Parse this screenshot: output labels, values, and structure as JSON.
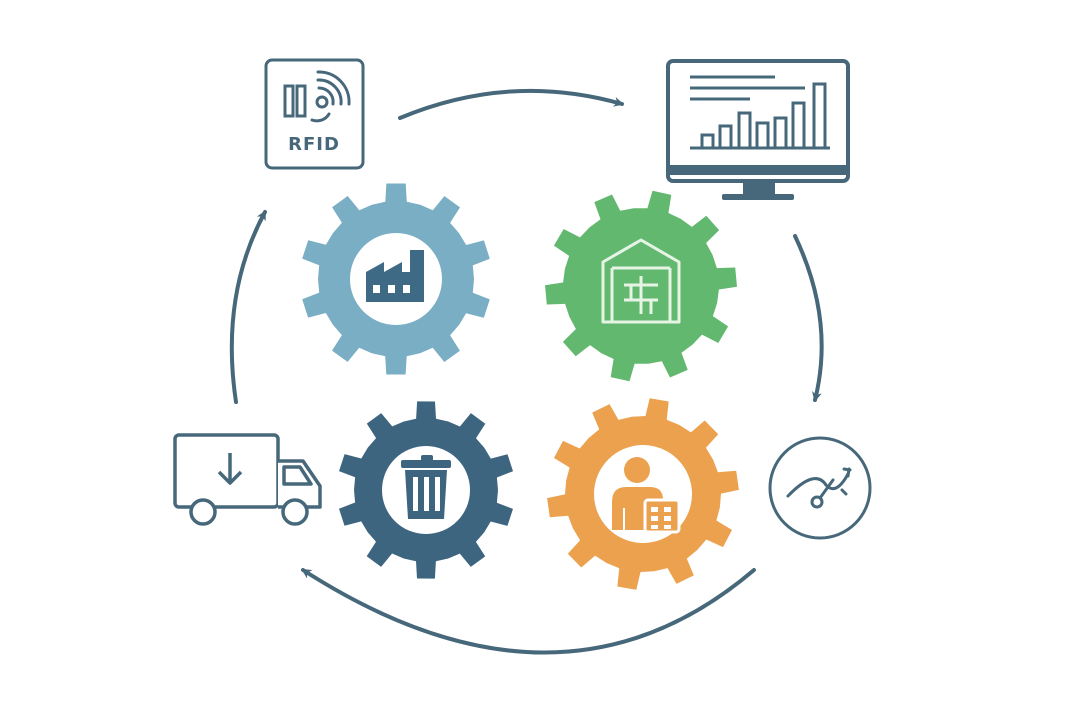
{
  "colors": {
    "background": "#ffffff",
    "outline": "#46687a",
    "gear_production": "#79aec4",
    "gear_warehouse": "#62b86f",
    "gear_disposal": "#3d6580",
    "gear_retail": "#eba14e",
    "gear_hub": "#ffffff",
    "production_icon": "#3f6a85",
    "warehouse_icon": "#e6f4e6",
    "disposal_icon": "#3d6580",
    "retail_icon": "#eba14e"
  },
  "nodes": {
    "rfid": {
      "label": "RFID",
      "icon": "rfid-tag-icon"
    },
    "monitor": {
      "icon": "bar-chart-monitor-icon"
    },
    "gauge": {
      "icon": "gauge-meter-icon"
    },
    "truck": {
      "icon": "delivery-truck-icon"
    }
  },
  "gears": [
    {
      "id": "production",
      "icon": "factory-icon"
    },
    {
      "id": "warehouse",
      "icon": "warehouse-icon"
    },
    {
      "id": "disposal",
      "icon": "trash-bin-icon"
    },
    {
      "id": "retail",
      "icon": "person-shop-icon"
    }
  ],
  "cycle": [
    "rfid",
    "monitor",
    "gauge",
    "truck"
  ]
}
